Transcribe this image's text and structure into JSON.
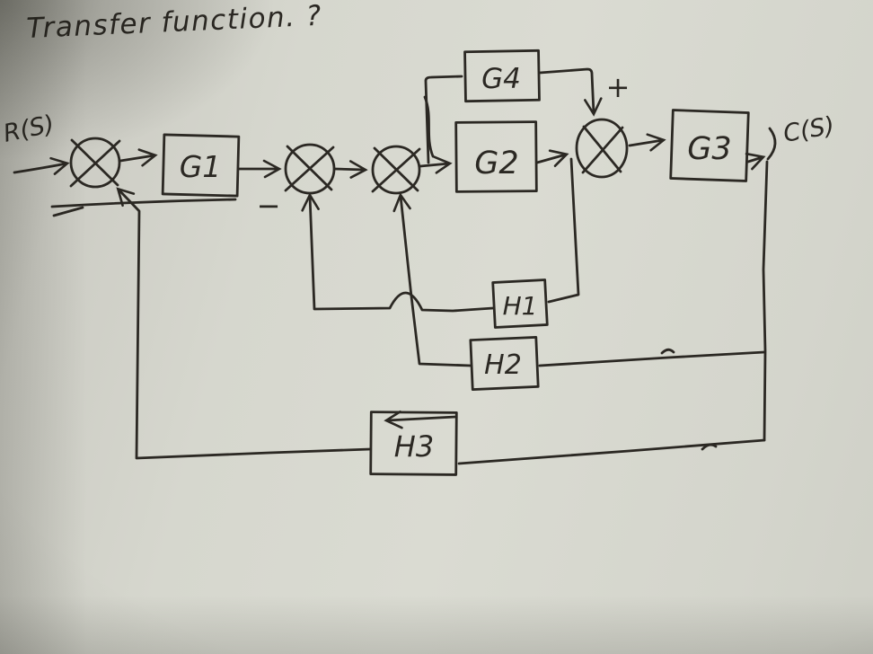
{
  "title": "Transfer function. ?",
  "signals": {
    "input": "R(S)",
    "output": "C(S)"
  },
  "signs": {
    "sum4_plus": "+",
    "sum2_minus": "−"
  },
  "blocks": {
    "g1": "G1",
    "g2": "G2",
    "g3": "G3",
    "g4": "G4",
    "h1": "H1",
    "h2": "H2",
    "h3": "H3"
  },
  "summing_junctions": [
    "sum1",
    "sum2",
    "sum3",
    "sum4"
  ],
  "connections": [
    "R(S) -> sum1",
    "sum1 -> G1",
    "G1 -> sum2",
    "sum2 -> sum3",
    "sum3 -> G2",
    "takeoff before G2 -> G4 -> sum4 (+)",
    "G2 -> sum4",
    "sum4 -> G3",
    "G3 -> C(S)",
    "takeoff after G2 -> H1 -> sum2 (−)",
    "takeoff after G3 -> H2 -> sum3",
    "takeoff after G3 -> H3 -> sum1"
  ],
  "colors": {
    "ink": "#2b2823",
    "paper": "#d7d8cf",
    "vignette_shadow": "#8f8f88"
  }
}
